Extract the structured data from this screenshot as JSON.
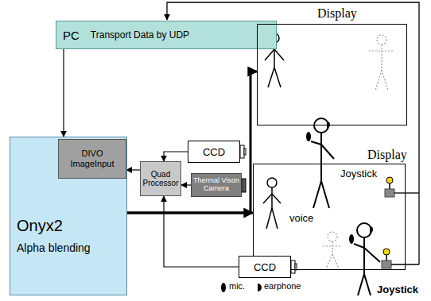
{
  "diagram": {
    "nodes": [
      {
        "text": [
          "PC",
          "Transport Data by UDP"
        ]
      },
      {
        "text": [
          "Display"
        ]
      },
      {
        "text": [
          "CCD"
        ]
      },
      {
        "text": [
          "Thermal Vison Camera"
        ]
      },
      {
        "text": [
          "Quad Processor"
        ]
      },
      {
        "text": [
          "Onyx2",
          "Alpha blending"
        ]
      },
      {
        "text": [
          "DIVO ImageInput"
        ],
        "in": 5
      },
      {
        "text": [
          "Display"
        ]
      },
      {
        "text": [
          "CCD"
        ]
      }
    ],
    "edges": [
      {
        "from": 0,
        "to": 5,
        "arrow": "to"
      },
      {
        "from": 2,
        "to": 4,
        "arrow": "to"
      },
      {
        "from": 3,
        "to": 4,
        "arrow": "to"
      },
      {
        "from": 8,
        "to": 4,
        "arrow": "to"
      },
      {
        "from": 4,
        "to": 6,
        "arrow": "to"
      },
      {
        "from": 5,
        "to": 1,
        "arrow": "to"
      },
      {
        "from": 5,
        "to": 7,
        "arrow": "to"
      }
    ],
    "labels": [
      "Joystick",
      "voice",
      "Joystick"
    ],
    "legend": [
      {
        "text": "mic."
      },
      {
        "text": "earphone"
      }
    ]
  }
}
